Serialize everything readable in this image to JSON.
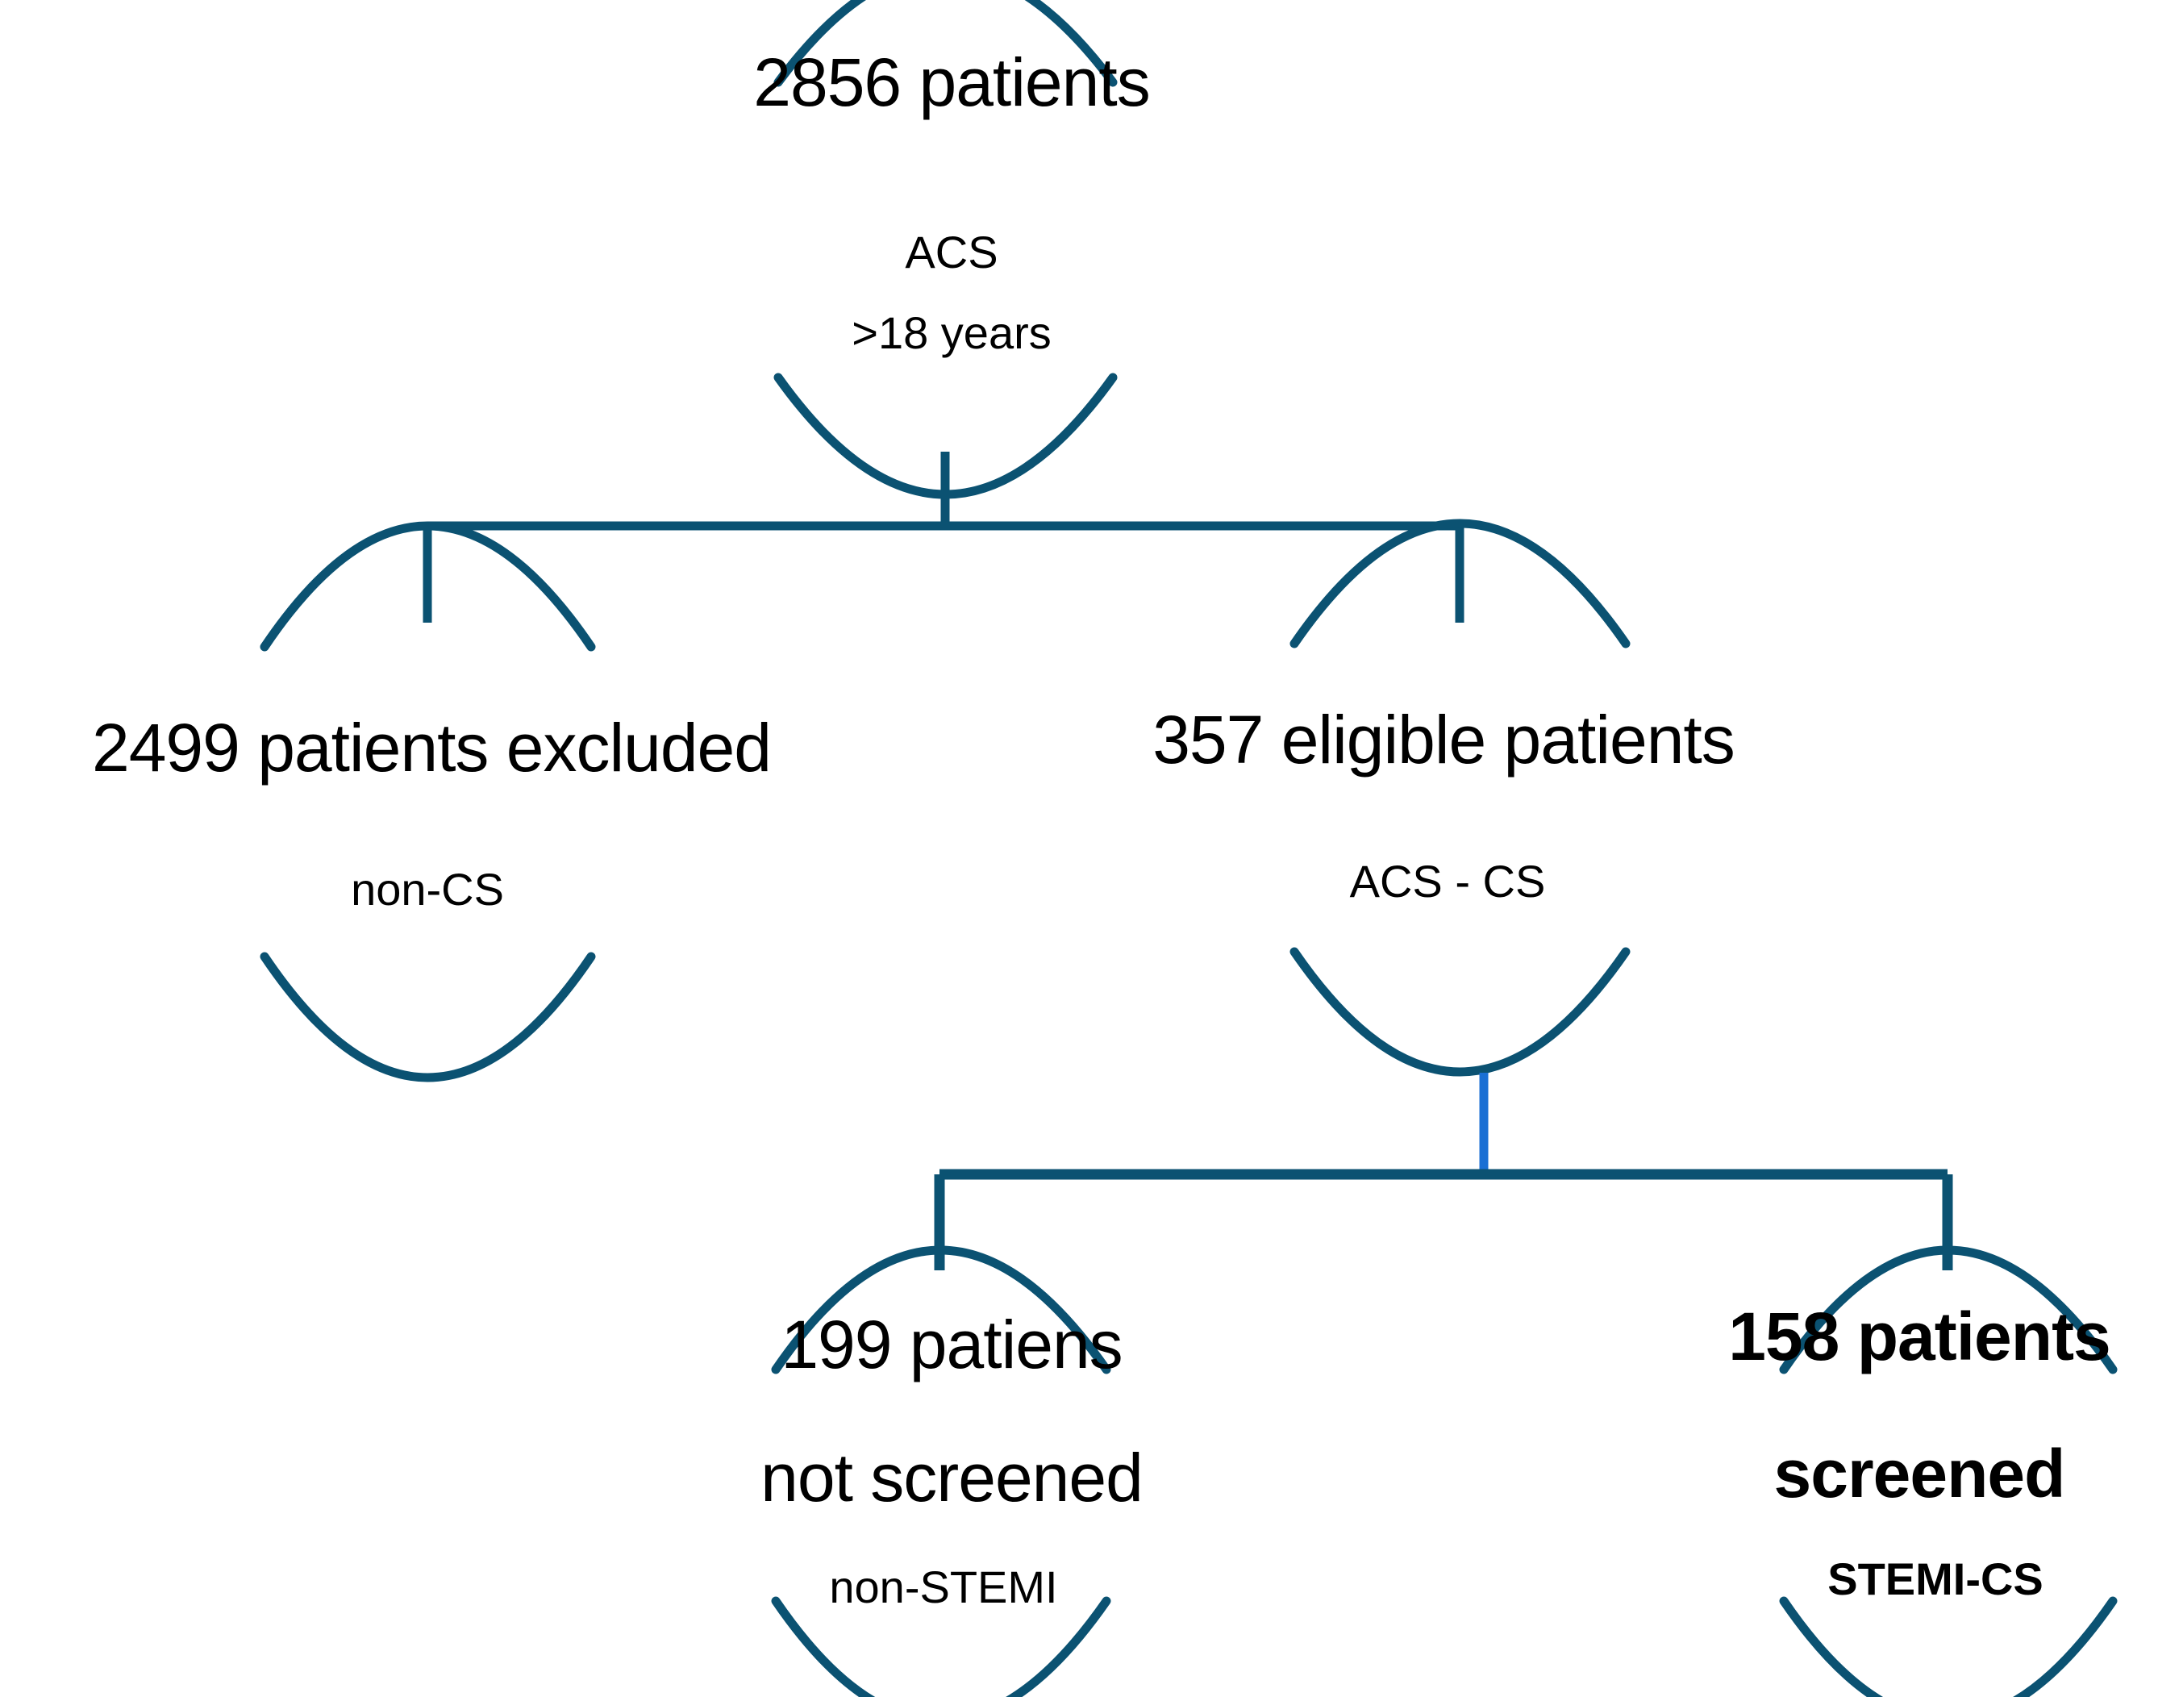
{
  "diagram": {
    "type": "flowchart",
    "title": "Patient screening flow diagram",
    "colors": {
      "arc_stroke": "#0b5272",
      "connector_dark": "#0b5272",
      "connector_blue": "#1a6fd4",
      "text": "#000000",
      "background": "#ffffff"
    },
    "nodes": [
      {
        "id": "total-cohort",
        "title": "2856 patients",
        "sub1": "ACS",
        "sub2": ">18 years",
        "bold": false
      },
      {
        "id": "excluded",
        "title": "2499 patients excluded",
        "sub1": "non-CS",
        "bold": false
      },
      {
        "id": "eligible",
        "title": "357 eligible patients",
        "sub1": "ACS - CS",
        "bold": false
      },
      {
        "id": "not-screened",
        "title_line1": "199 patiens",
        "title_line2": "not screened",
        "sub1": "non-STEMI",
        "bold": false
      },
      {
        "id": "screened",
        "title_line1": "158 patients",
        "title_line2": "screened",
        "sub1": "STEMI-CS",
        "bold": true
      }
    ],
    "edges": [
      {
        "from": "total-cohort",
        "to": "excluded",
        "color": "#0b5272"
      },
      {
        "from": "total-cohort",
        "to": "eligible",
        "color": "#0b5272"
      },
      {
        "from": "eligible",
        "to": "not-screened",
        "color": "#1a6fd4"
      },
      {
        "from": "eligible",
        "to": "screened",
        "color": "#1a6fd4"
      }
    ]
  }
}
